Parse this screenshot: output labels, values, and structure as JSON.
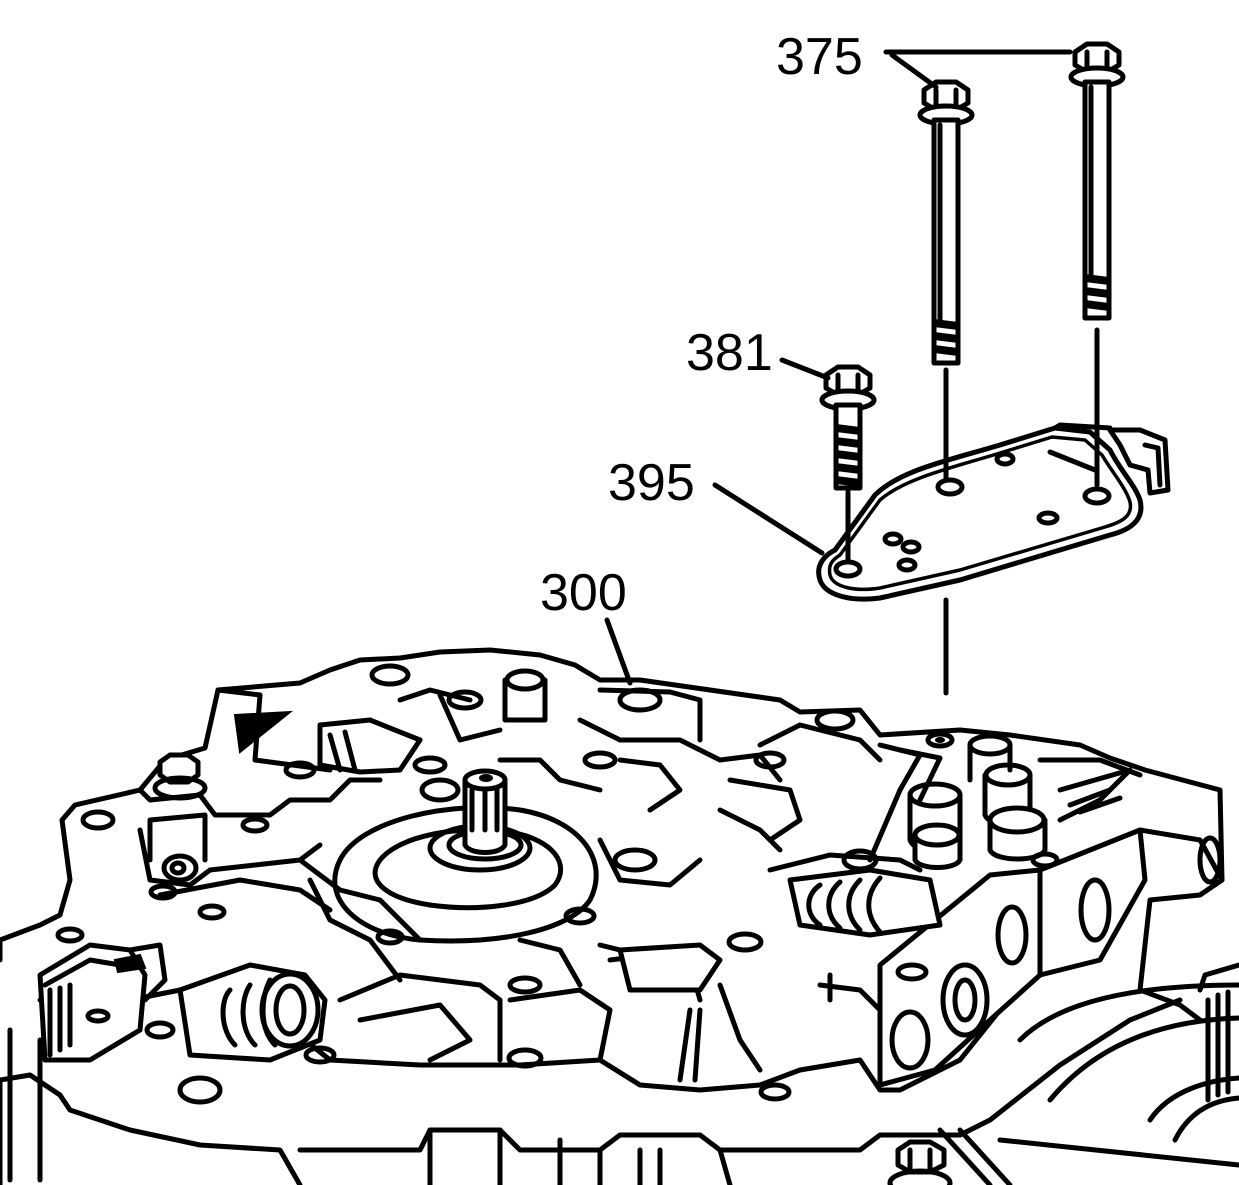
{
  "callouts": {
    "c375": "375",
    "c381": "381",
    "c395": "395",
    "c300": "300"
  },
  "colors": {
    "line": "#000000",
    "background": "#ffffff"
  }
}
